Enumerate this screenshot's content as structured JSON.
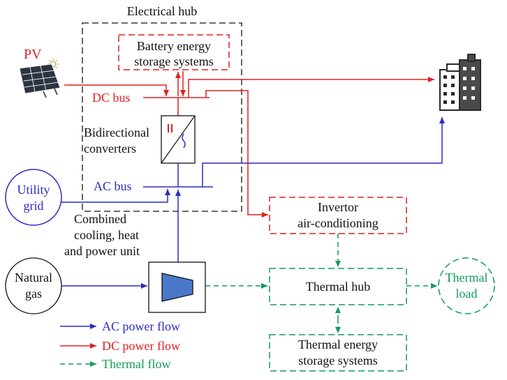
{
  "labels": {
    "electrical_hub": "Electrical hub",
    "battery_line1": "Battery energy",
    "battery_line2": "storage systems",
    "pv": "PV",
    "dc_bus": "DC bus",
    "bidirectional_line1": "Bidirectional",
    "bidirectional_line2": "converters",
    "ac_bus": "AC bus",
    "utility_line1": "Utility",
    "utility_line2": "grid",
    "cchp_line1": "Combined",
    "cchp_line2": "cooling, heat",
    "cchp_line3": "and power unit",
    "natural_gas_line1": "Natural",
    "natural_gas_line2": "gas",
    "invertor_line1": "Invertor",
    "invertor_line2": "air-conditioning",
    "thermal_hub": "Thermal hub",
    "thermal_load_line1": "Thermal",
    "thermal_load_line2": "load",
    "tes_line1": "Thermal energy",
    "tes_line2": "storage systems"
  },
  "legend": [
    {
      "label": "AC power flow",
      "color": "#2b2bbf",
      "style": "solid"
    },
    {
      "label": "DC power flow",
      "color": "#e02020",
      "style": "solid"
    },
    {
      "label": "Thermal flow",
      "color": "#0f9d58",
      "style": "dashed"
    }
  ],
  "colors": {
    "ac": "#2b2bbf",
    "dc": "#e02020",
    "thermal": "#0f9d58",
    "black": "#111111",
    "turbine_fill": "#4a78c8"
  },
  "icons": [
    "sun-icon",
    "solar-panel-icon",
    "buildings-icon",
    "converter-icon",
    "turbine-icon"
  ]
}
